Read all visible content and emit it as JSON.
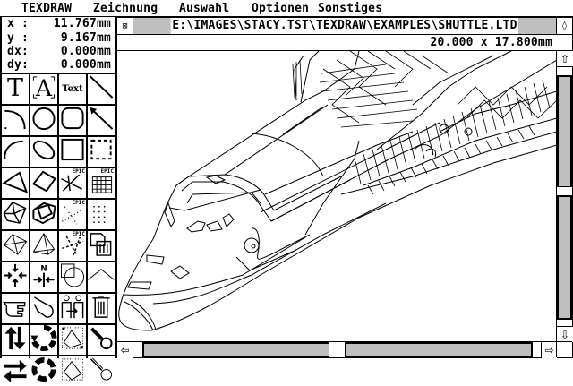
{
  "menu": [
    "TEXDRAW",
    "Zeichnung",
    "Auswahl",
    "Optionen",
    "Sonstiges"
  ],
  "coords": [
    {
      "label": "x :",
      "value": "11.767mm"
    },
    {
      "label": "y :",
      "value": "9.167mm"
    },
    {
      "label": "dx:",
      "value": "0.000mm"
    },
    {
      "label": "dy:",
      "value": "0.000mm"
    }
  ],
  "tools": [
    {
      "icon": "text-serif-t-icon"
    },
    {
      "icon": "text-framed-a-icon"
    },
    {
      "icon": "text-label-icon",
      "label": "Text"
    },
    {
      "icon": "line-icon"
    },
    {
      "icon": "arc-icon"
    },
    {
      "icon": "circle-icon"
    },
    {
      "icon": "rounded-rect-icon"
    },
    {
      "icon": "arrow-line-icon"
    },
    {
      "icon": "elliptic-arc-icon"
    },
    {
      "icon": "ellipse-icon"
    },
    {
      "icon": "square-icon"
    },
    {
      "icon": "dashed-square-icon"
    },
    {
      "icon": "triangle-icon"
    },
    {
      "icon": "rotated-rect-icon"
    },
    {
      "icon": "epic-lines-icon",
      "badge": "EPIC"
    },
    {
      "icon": "epic-grid-icon",
      "badge": "EPIC"
    },
    {
      "icon": "cube-icon"
    },
    {
      "icon": "cube-hollow-icon"
    },
    {
      "icon": "epic-dotted-icon",
      "badge": "EPIC"
    },
    {
      "icon": "dot-grid-icon"
    },
    {
      "icon": "pyramid-icon"
    },
    {
      "icon": "pyramid-tall-icon"
    },
    {
      "icon": "epic-dashed-icon",
      "badge": "EPIC"
    },
    {
      "icon": "copy-to-bin-icon"
    },
    {
      "icon": "center-arrows-icon"
    },
    {
      "icon": "north-arrows-icon"
    },
    {
      "icon": "square-circle-icon"
    },
    {
      "icon": "zigzag-icon"
    },
    {
      "icon": "pointing-hand-icon"
    },
    {
      "icon": "grab-hand-icon"
    },
    {
      "icon": "swap-people-icon"
    },
    {
      "icon": "trash-icon"
    },
    {
      "icon": "swap-vertical-icon"
    },
    {
      "icon": "rotate-icon"
    },
    {
      "icon": "select-polygon-icon"
    },
    {
      "icon": "key-icon"
    },
    {
      "icon": "swap-horizontal-icon"
    },
    {
      "icon": "rotate-alt-icon"
    },
    {
      "icon": "select-polygon-dotted-icon"
    },
    {
      "icon": "key-outline-icon"
    }
  ],
  "window": {
    "title": "E:\\IMAGES\\STACY.TST\\TEXDRAW\\EXAMPLES\\SHUTTLE.LTD",
    "info": "20.000 x 17.800mm"
  },
  "scroll": {
    "vertical_position": 0.48,
    "horizontal_position": 0.5
  }
}
